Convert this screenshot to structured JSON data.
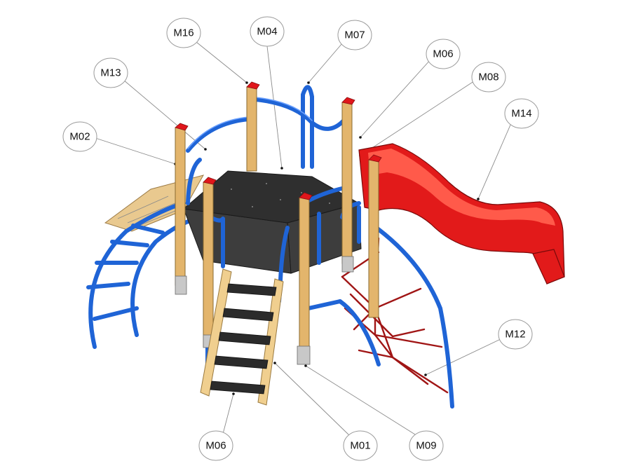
{
  "colors": {
    "posts": "#e3b56c",
    "caps": "#e0161b",
    "rails": "#1f64d6",
    "deck": "#2f2f2f",
    "slide": "#e21a1a",
    "net": "#a01515"
  },
  "labels": {
    "m16": "M16",
    "m04": "M04",
    "m07": "M07",
    "m06_top": "M06",
    "m08": "M08",
    "m13": "M13",
    "m14": "M14",
    "m02": "M02",
    "m12": "M12",
    "m06_bottom": "M06",
    "m01": "M01",
    "m09": "M09"
  }
}
